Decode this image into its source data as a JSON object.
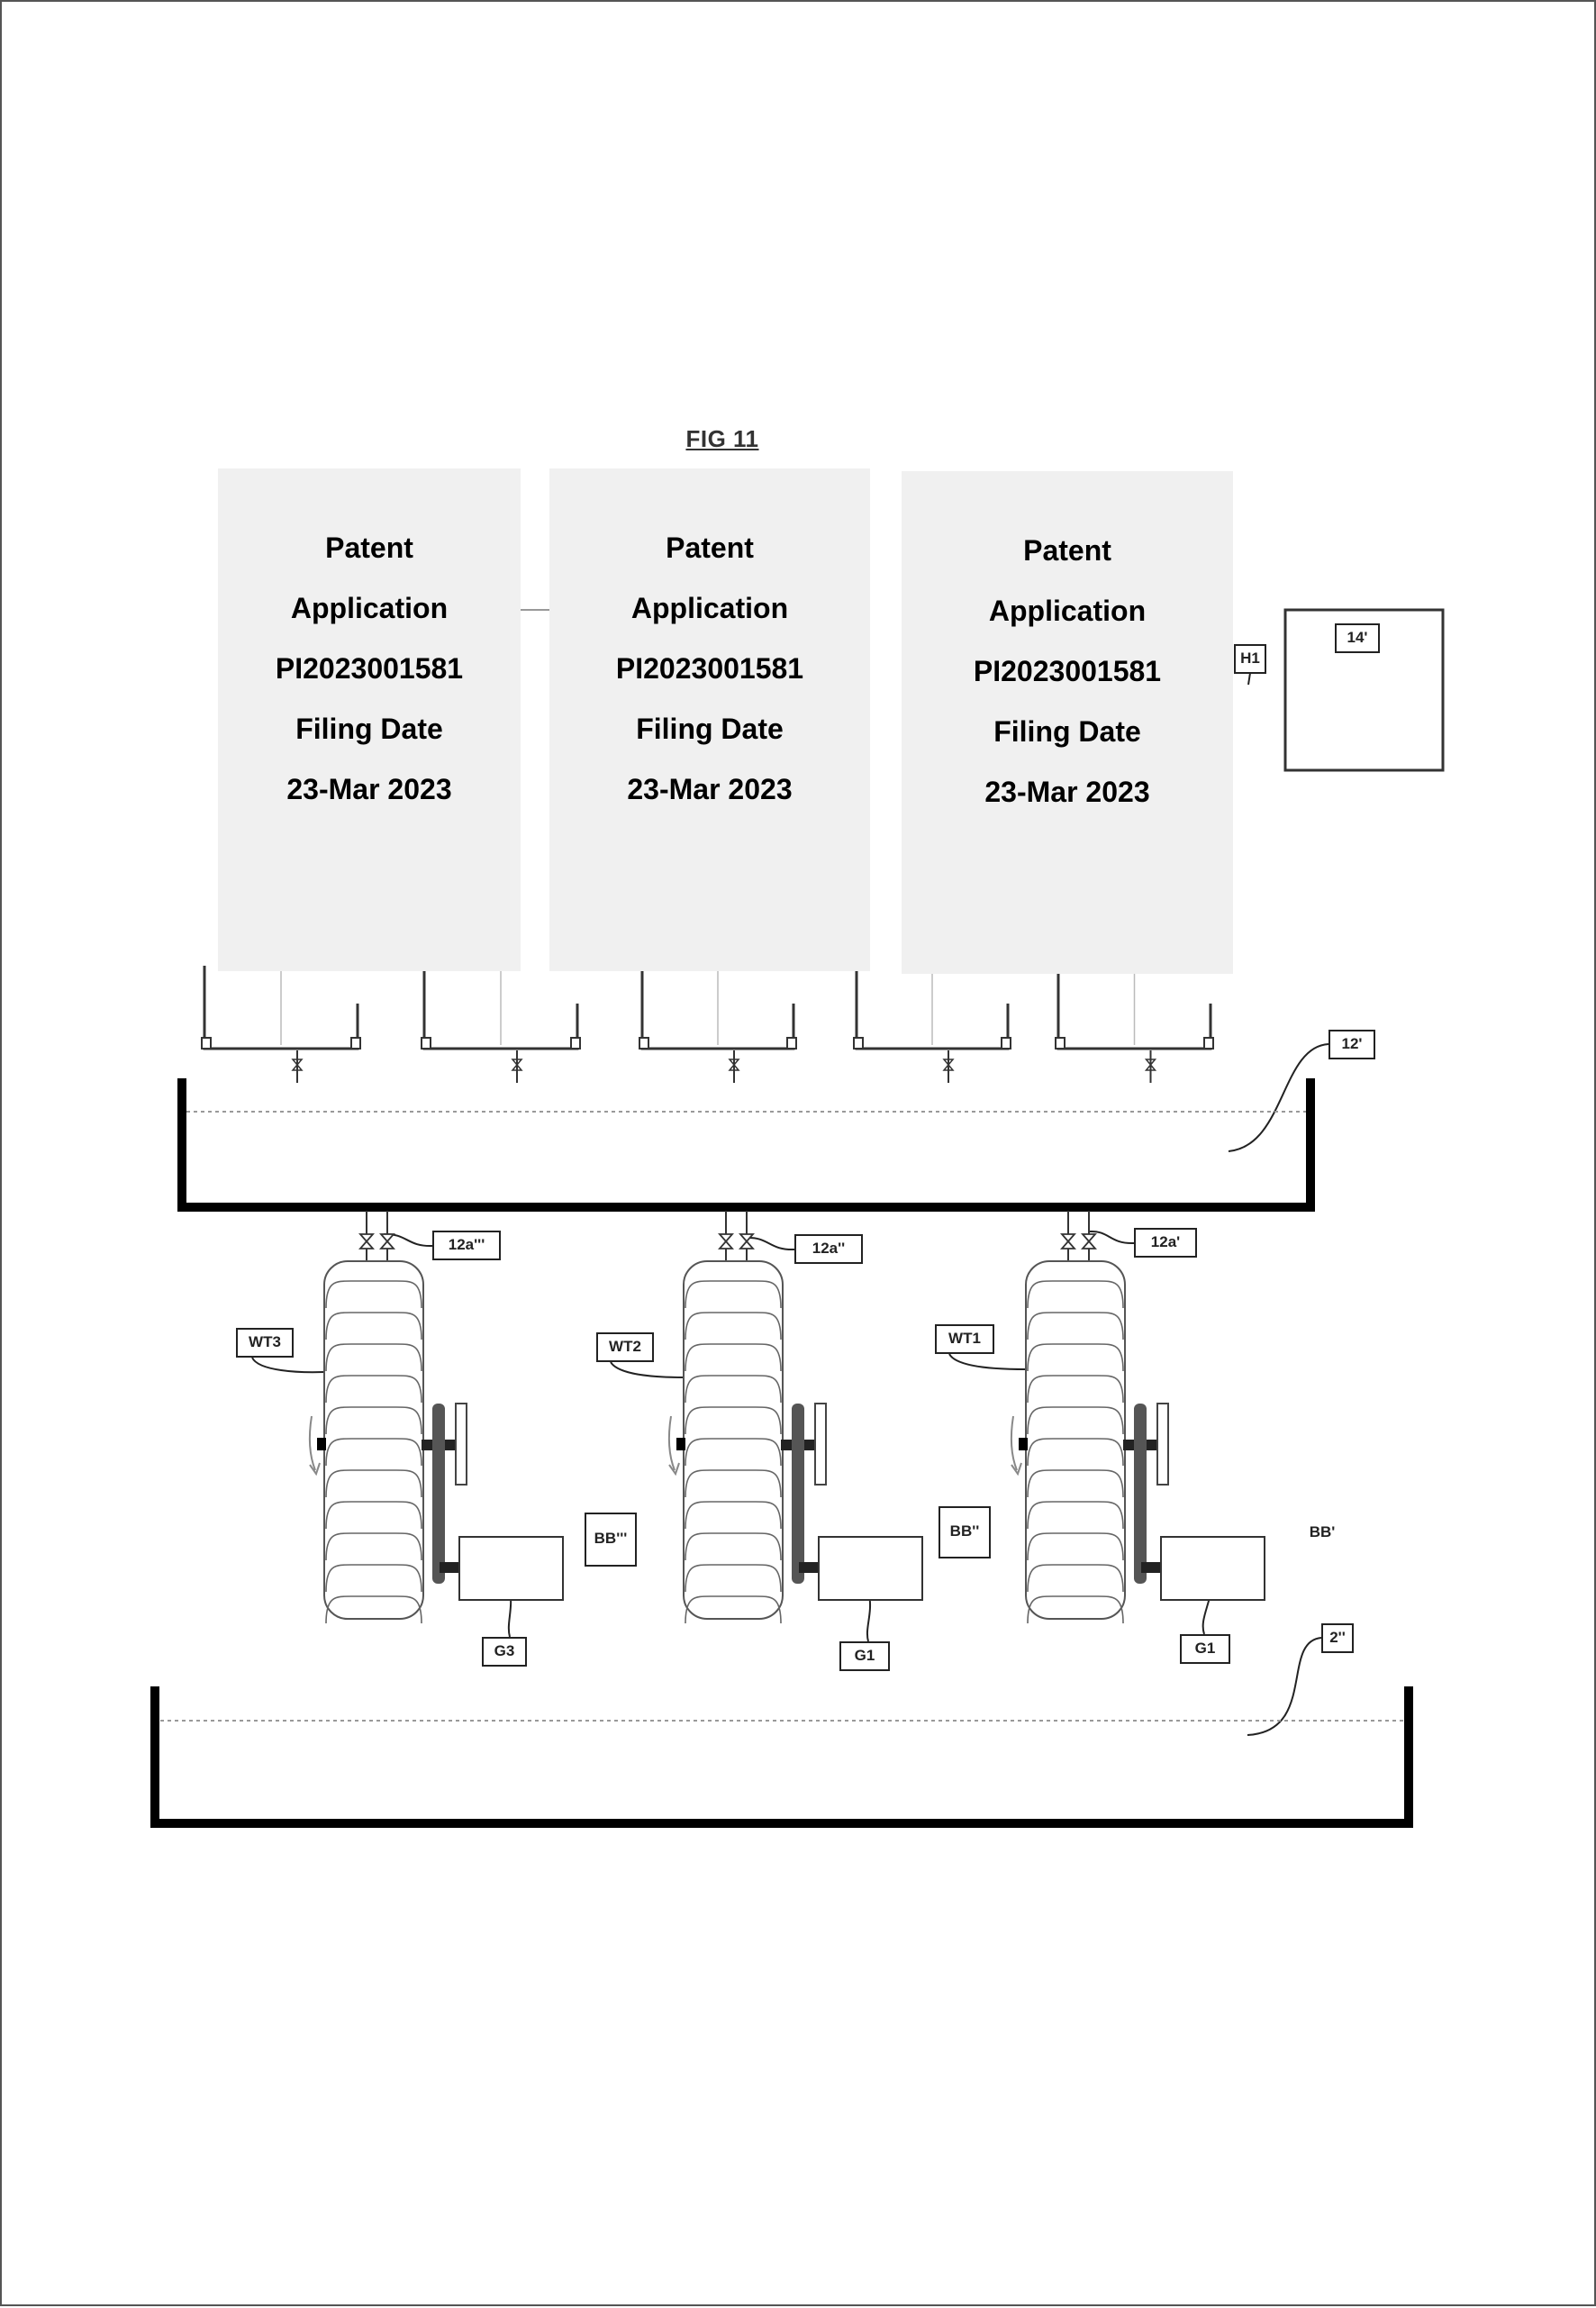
{
  "figure": {
    "title": "FIG 11"
  },
  "stamps": [
    {
      "lines": [
        "Patent",
        "Application",
        "PI2023001581",
        "Filing Date",
        "23-Mar 2023"
      ]
    },
    {
      "lines": [
        "Patent",
        "Application",
        "PI2023001581",
        "Filing Date",
        "23-Mar 2023"
      ]
    },
    {
      "lines": [
        "Patent",
        "Application",
        "PI2023001581",
        "Filing Date",
        "23-Mar 2023"
      ]
    }
  ],
  "labels": {
    "h1": "H1",
    "box_14": "14'",
    "tank_12": "12'",
    "valve_12a_3": "12a'''",
    "valve_12a_2": "12a''",
    "valve_12a_1": "12a'",
    "wt3": "WT3",
    "wt2": "WT2",
    "wt1": "WT1",
    "bb_3": "BB'''",
    "bb_2": "BB''",
    "bb_1": "BB'",
    "g3": "G3",
    "g1_a": "G1",
    "g1_b": "G1",
    "tank_2": "2''"
  },
  "colors": {
    "line": "#222222",
    "stamp_bg": "#f0f0f0",
    "faint": "#999999"
  }
}
